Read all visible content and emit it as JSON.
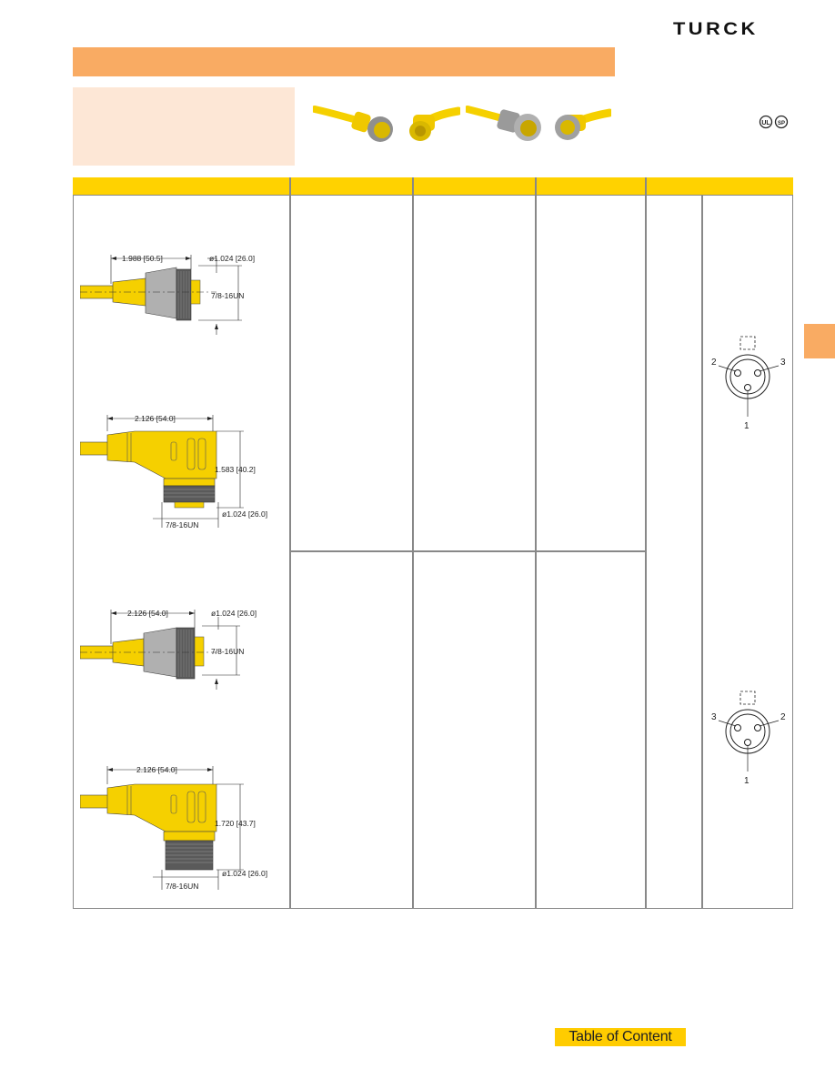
{
  "brand": {
    "logo_text": "TURCK"
  },
  "drawings": [
    {
      "length": "1.988 [50.5]",
      "diameter": "ø1.024 [26.0]",
      "thread": "7/8-16UN"
    },
    {
      "length": "2.126 [54.0]",
      "height": "1.583 [40.2]",
      "diameter": "ø1.024 [26.0]",
      "thread": "7/8-16UN"
    },
    {
      "length": "2.126 [54.0]",
      "diameter": "ø1.024 [26.0]",
      "thread": "7/8-16UN"
    },
    {
      "length": "2.126 [54.0]",
      "height": "1.720 [43.7]",
      "diameter": "ø1.024 [26.0]",
      "thread": "7/8-16UN"
    }
  ],
  "pinouts": [
    {
      "left_pin": "2",
      "right_pin": "3",
      "bottom_pin": "1"
    },
    {
      "left_pin": "3",
      "right_pin": "2",
      "bottom_pin": "1"
    }
  ],
  "footer": {
    "toc_label": "Table of Content"
  },
  "colors": {
    "orange": "#f9ab63",
    "peach": "#fde7d6",
    "yellow": "#ffd200",
    "cable_yellow": "#f5d000",
    "gray": "#a8a8a8"
  }
}
